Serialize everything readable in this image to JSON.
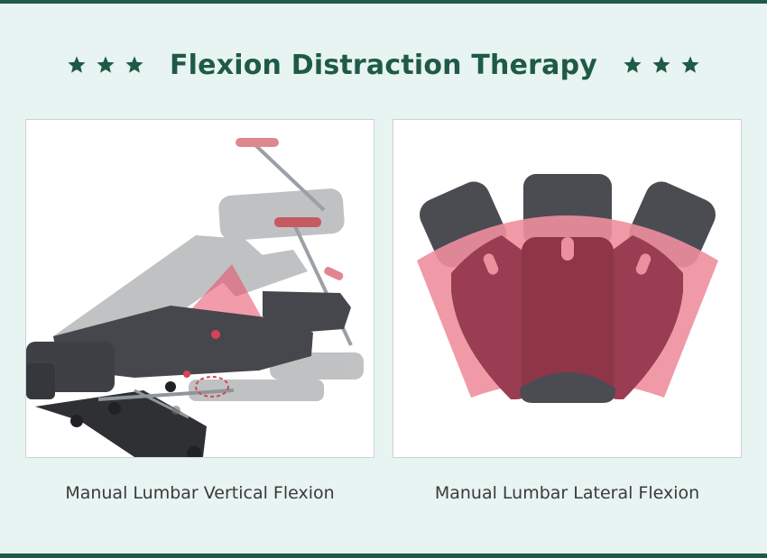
{
  "title": "Flexion Distraction Therapy",
  "captions": {
    "left": "Manual Lumbar Vertical Flexion",
    "right": "Manual Lumbar Lateral Flexion"
  },
  "icons": {
    "decoration": "star-icon"
  },
  "colors": {
    "brand_green": "#1f5a46",
    "background": "#e8f4f1",
    "motion_red": "#e84a66",
    "cushion_dark": "#4a4c52"
  }
}
